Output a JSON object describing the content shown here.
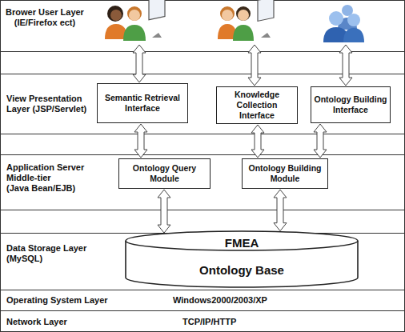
{
  "diagram": {
    "nodes": [
      {
        "text": [
          "Semantic Retrieval Interface"
        ]
      },
      {
        "text": [
          "Knowledge Collection Interface"
        ]
      },
      {
        "text": [
          "Ontology Building Interface"
        ]
      },
      {
        "text": [
          "Ontology Query Module"
        ]
      },
      {
        "text": [
          "Ontology Building Module"
        ]
      },
      {
        "text": [
          "FMEA",
          "Ontology Base"
        ]
      }
    ],
    "edges": [
      {
        "from": 0,
        "to": 3,
        "arrow": "both"
      },
      {
        "from": 1,
        "to": 4,
        "arrow": "both"
      },
      {
        "from": 2,
        "to": 4,
        "arrow": "both"
      },
      {
        "from": 3,
        "to": 5,
        "arrow": "both"
      },
      {
        "from": 4,
        "to": 5,
        "arrow": "both"
      }
    ],
    "labels": [
      "Brower User Layer (IE/Firefox ect)",
      "View Presentation Layer (JSP/Servlet)",
      "Application Server Middle-tier",
      "(Java Bean/EJB)",
      "Data Storage Layer (MySQL)",
      "Operating System Layer",
      "Windows2000/2003/XP",
      "Network Layer",
      "TCP/IP/HTTP"
    ]
  }
}
